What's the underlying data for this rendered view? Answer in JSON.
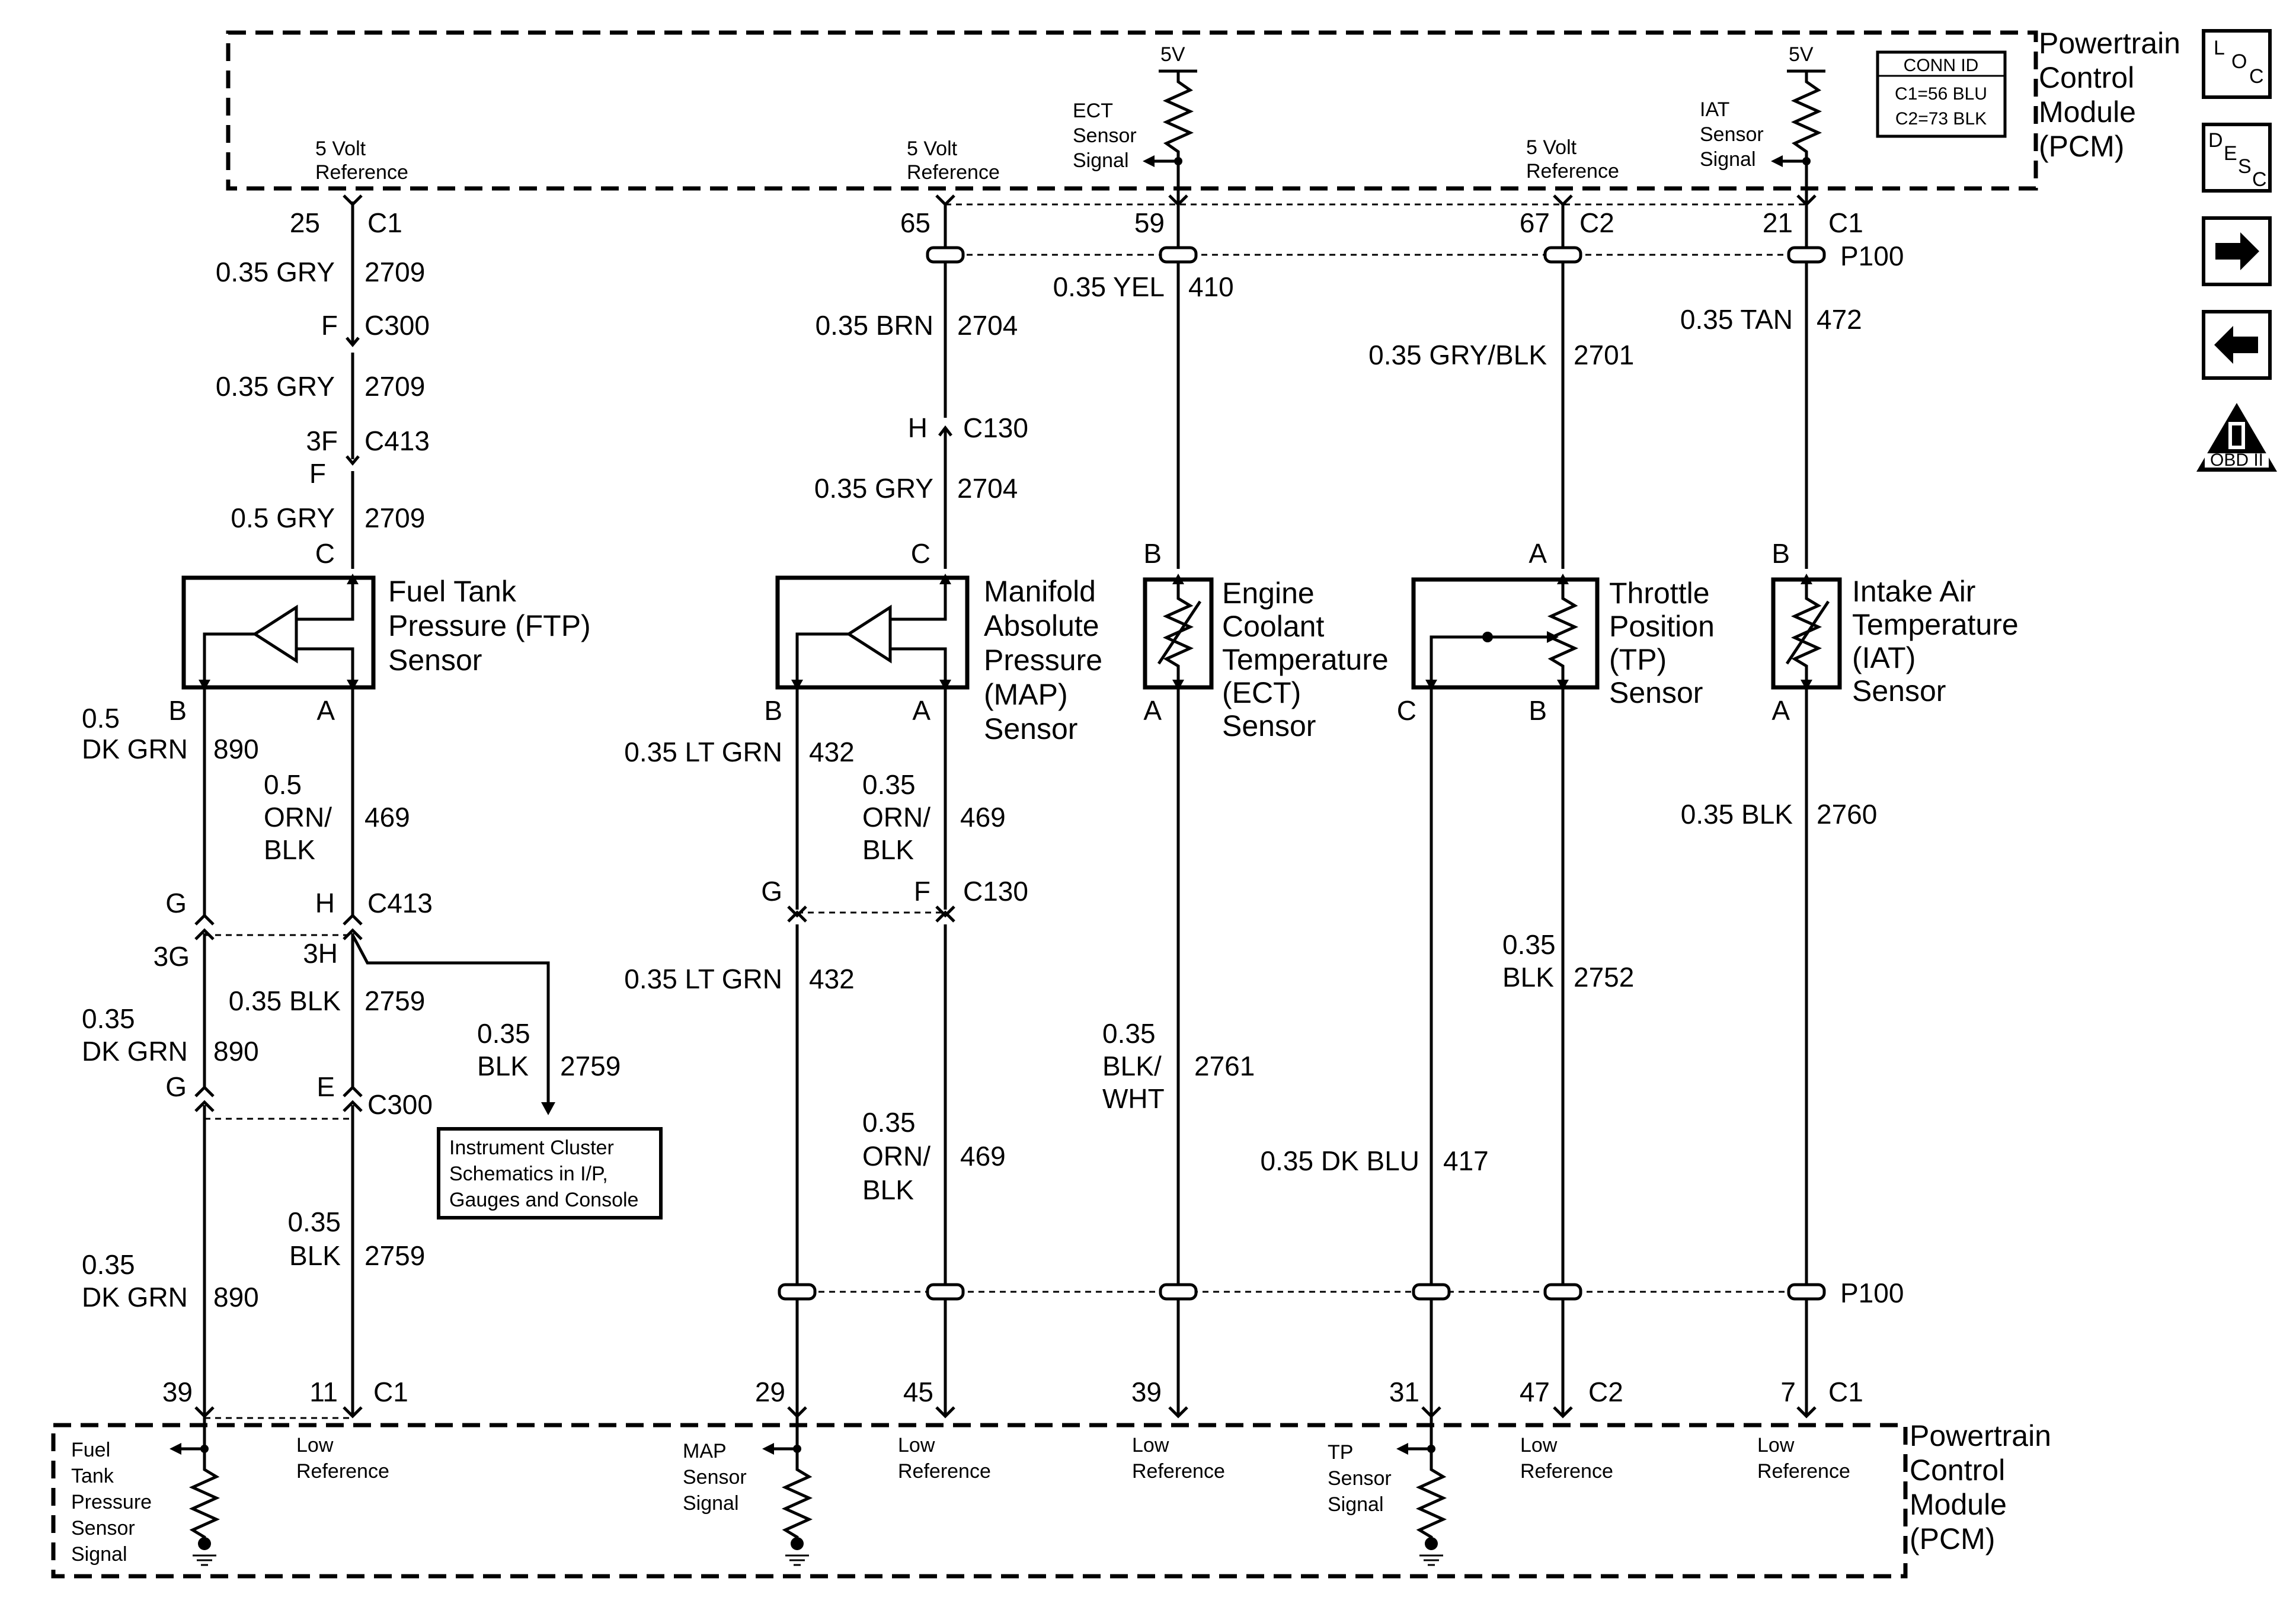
{
  "pcm_top": {
    "title": [
      "Powertrain",
      "Control",
      "Module",
      "(PCM)"
    ],
    "conn_id": {
      "title": "CONN ID",
      "c1": "C1=56 BLU",
      "c2": "C2=73 BLK"
    },
    "ref_ftp": [
      "5 Volt",
      "Reference"
    ],
    "ref_map": [
      "5 Volt",
      "Reference"
    ],
    "ref_tp": [
      "5 Volt",
      "Reference"
    ],
    "ect_signal": [
      "ECT",
      "Sensor",
      "Signal"
    ],
    "iat_signal": [
      "IAT",
      "Sensor",
      "Signal"
    ],
    "v5": "5V"
  },
  "pcm_bottom": {
    "title": [
      "Powertrain",
      "Control",
      "Module",
      "(PCM)"
    ],
    "ftp_signal": [
      "Fuel",
      "Tank",
      "Pressure",
      "Sensor",
      "Signal"
    ],
    "map_signal": [
      "MAP",
      "Sensor",
      "Signal"
    ],
    "tp_signal": [
      "TP",
      "Sensor",
      "Signal"
    ],
    "low_ref": [
      "Low",
      "Reference"
    ]
  },
  "nav_icons": [
    "LOC",
    "DESC",
    "next",
    "prev",
    "OBD II"
  ],
  "sensors": {
    "ftp": [
      "Fuel Tank",
      "Pressure (FTP)",
      "Sensor"
    ],
    "map": [
      "Manifold",
      "Absolute",
      "Pressure",
      "(MAP)",
      "Sensor"
    ],
    "ect": [
      "Engine",
      "Coolant",
      "Temperature",
      "(ECT)",
      "Sensor"
    ],
    "tp": [
      "Throttle",
      "Position",
      "(TP)",
      "Sensor"
    ],
    "iat": [
      "Intake Air",
      "Temperature",
      "(IAT)",
      "Sensor"
    ]
  },
  "cluster_box": [
    "Instrument Cluster",
    "Schematics in I/P,",
    "Gauges and Console"
  ],
  "labels": [
    {
      "k": "c25",
      "t": "25"
    },
    {
      "k": "c25c",
      "t": "C1"
    },
    {
      "k": "w1",
      "t": "0.35 GRY"
    },
    {
      "k": "w1n",
      "t": "2709"
    },
    {
      "k": "c300f",
      "t": "F"
    },
    {
      "k": "c300",
      "t": "C300"
    },
    {
      "k": "w2",
      "t": "0.35 GRY"
    },
    {
      "k": "w2n",
      "t": "2709"
    },
    {
      "k": "c413p",
      "t": "3F"
    },
    {
      "k": "c413",
      "t": "C413"
    },
    {
      "k": "c413f",
      "t": "F"
    },
    {
      "k": "w3",
      "t": "0.5 GRY"
    },
    {
      "k": "w3n",
      "t": "2709"
    },
    {
      "k": "ftpC",
      "t": "C"
    },
    {
      "k": "ftpB",
      "t": "B"
    },
    {
      "k": "ftpA",
      "t": "A"
    },
    {
      "k": "w4a",
      "t": "0.5"
    },
    {
      "k": "w4b",
      "t": "DK GRN"
    },
    {
      "k": "w4n",
      "t": "890"
    },
    {
      "k": "w5a",
      "t": "0.5"
    },
    {
      "k": "w5b",
      "t": "ORN/"
    },
    {
      "k": "w5c",
      "t": "BLK"
    },
    {
      "k": "w5n",
      "t": "469"
    },
    {
      "k": "g1",
      "t": "G"
    },
    {
      "k": "h1",
      "t": "H"
    },
    {
      "k": "c413b",
      "t": "C413"
    },
    {
      "k": "g3",
      "t": "3G"
    },
    {
      "k": "h3",
      "t": "3H"
    },
    {
      "k": "w6a",
      "t": "0.35"
    },
    {
      "k": "w6b",
      "t": "DK GRN"
    },
    {
      "k": "w6n",
      "t": "890"
    },
    {
      "k": "w7",
      "t": "0.35 BLK"
    },
    {
      "k": "w7n",
      "t": "2759"
    },
    {
      "k": "w8a",
      "t": "0.35"
    },
    {
      "k": "w8b",
      "t": "BLK"
    },
    {
      "k": "w8n",
      "t": "2759"
    },
    {
      "k": "g2",
      "t": "G"
    },
    {
      "k": "e2",
      "t": "E"
    },
    {
      "k": "c300b",
      "t": "C300"
    },
    {
      "k": "w9a",
      "t": "0.35"
    },
    {
      "k": "w9b",
      "t": "BLK"
    },
    {
      "k": "w9n",
      "t": "2759"
    },
    {
      "k": "w10a",
      "t": "0.35"
    },
    {
      "k": "w10b",
      "t": "DK GRN"
    },
    {
      "k": "w10n",
      "t": "890"
    },
    {
      "k": "p39",
      "t": "39"
    },
    {
      "k": "p11",
      "t": "11"
    },
    {
      "k": "p11c",
      "t": "C1"
    },
    {
      "k": "c65",
      "t": "65"
    },
    {
      "k": "w11",
      "t": "0.35 BRN"
    },
    {
      "k": "w11n",
      "t": "2704"
    },
    {
      "k": "c130h",
      "t": "H"
    },
    {
      "k": "c130",
      "t": "C130"
    },
    {
      "k": "w12",
      "t": "0.35 GRY"
    },
    {
      "k": "w12n",
      "t": "2704"
    },
    {
      "k": "mapC",
      "t": "C"
    },
    {
      "k": "mapB",
      "t": "B"
    },
    {
      "k": "mapA",
      "t": "A"
    },
    {
      "k": "w13",
      "t": "0.35 LT GRN"
    },
    {
      "k": "w13n",
      "t": "432"
    },
    {
      "k": "w14a",
      "t": "0.35"
    },
    {
      "k": "w14b",
      "t": "ORN/"
    },
    {
      "k": "w14c",
      "t": "BLK"
    },
    {
      "k": "w14n",
      "t": "469"
    },
    {
      "k": "mg",
      "t": "G"
    },
    {
      "k": "mf",
      "t": "F"
    },
    {
      "k": "c130b",
      "t": "C130"
    },
    {
      "k": "w15",
      "t": "0.35 LT GRN"
    },
    {
      "k": "w15n",
      "t": "432"
    },
    {
      "k": "w16a",
      "t": "0.35"
    },
    {
      "k": "w16b",
      "t": "ORN/"
    },
    {
      "k": "w16c",
      "t": "BLK"
    },
    {
      "k": "w16n",
      "t": "469"
    },
    {
      "k": "p29",
      "t": "29"
    },
    {
      "k": "p45",
      "t": "45"
    },
    {
      "k": "c59",
      "t": "59"
    },
    {
      "k": "w17",
      "t": "0.35 YEL"
    },
    {
      "k": "w17n",
      "t": "410"
    },
    {
      "k": "ectB",
      "t": "B"
    },
    {
      "k": "ectA",
      "t": "A"
    },
    {
      "k": "w18a",
      "t": "0.35"
    },
    {
      "k": "w18b",
      "t": "BLK/"
    },
    {
      "k": "w18c",
      "t": "WHT"
    },
    {
      "k": "w18n",
      "t": "2761"
    },
    {
      "k": "p39b",
      "t": "39"
    },
    {
      "k": "c67",
      "t": "67"
    },
    {
      "k": "c67c",
      "t": "C2"
    },
    {
      "k": "w19",
      "t": "0.35 GRY/BLK"
    },
    {
      "k": "w19n",
      "t": "2701"
    },
    {
      "k": "tpA",
      "t": "A"
    },
    {
      "k": "tpC",
      "t": "C"
    },
    {
      "k": "tpB",
      "t": "B"
    },
    {
      "k": "w20a",
      "t": "0.35"
    },
    {
      "k": "w20b",
      "t": "BLK"
    },
    {
      "k": "w20n",
      "t": "2752"
    },
    {
      "k": "w21",
      "t": "0.35 DK BLU"
    },
    {
      "k": "w21n",
      "t": "417"
    },
    {
      "k": "p31",
      "t": "31"
    },
    {
      "k": "p47",
      "t": "47"
    },
    {
      "k": "p47c",
      "t": "C2"
    },
    {
      "k": "c21",
      "t": "21"
    },
    {
      "k": "c21c",
      "t": "C1"
    },
    {
      "k": "p100a",
      "t": "P100"
    },
    {
      "k": "w22",
      "t": "0.35 TAN"
    },
    {
      "k": "w22n",
      "t": "472"
    },
    {
      "k": "iatB",
      "t": "B"
    },
    {
      "k": "iatA",
      "t": "A"
    },
    {
      "k": "w23",
      "t": "0.35 BLK"
    },
    {
      "k": "w23n",
      "t": "2760"
    },
    {
      "k": "p100b",
      "t": "P100"
    },
    {
      "k": "p7",
      "t": "7"
    },
    {
      "k": "p7c",
      "t": "C1"
    }
  ]
}
